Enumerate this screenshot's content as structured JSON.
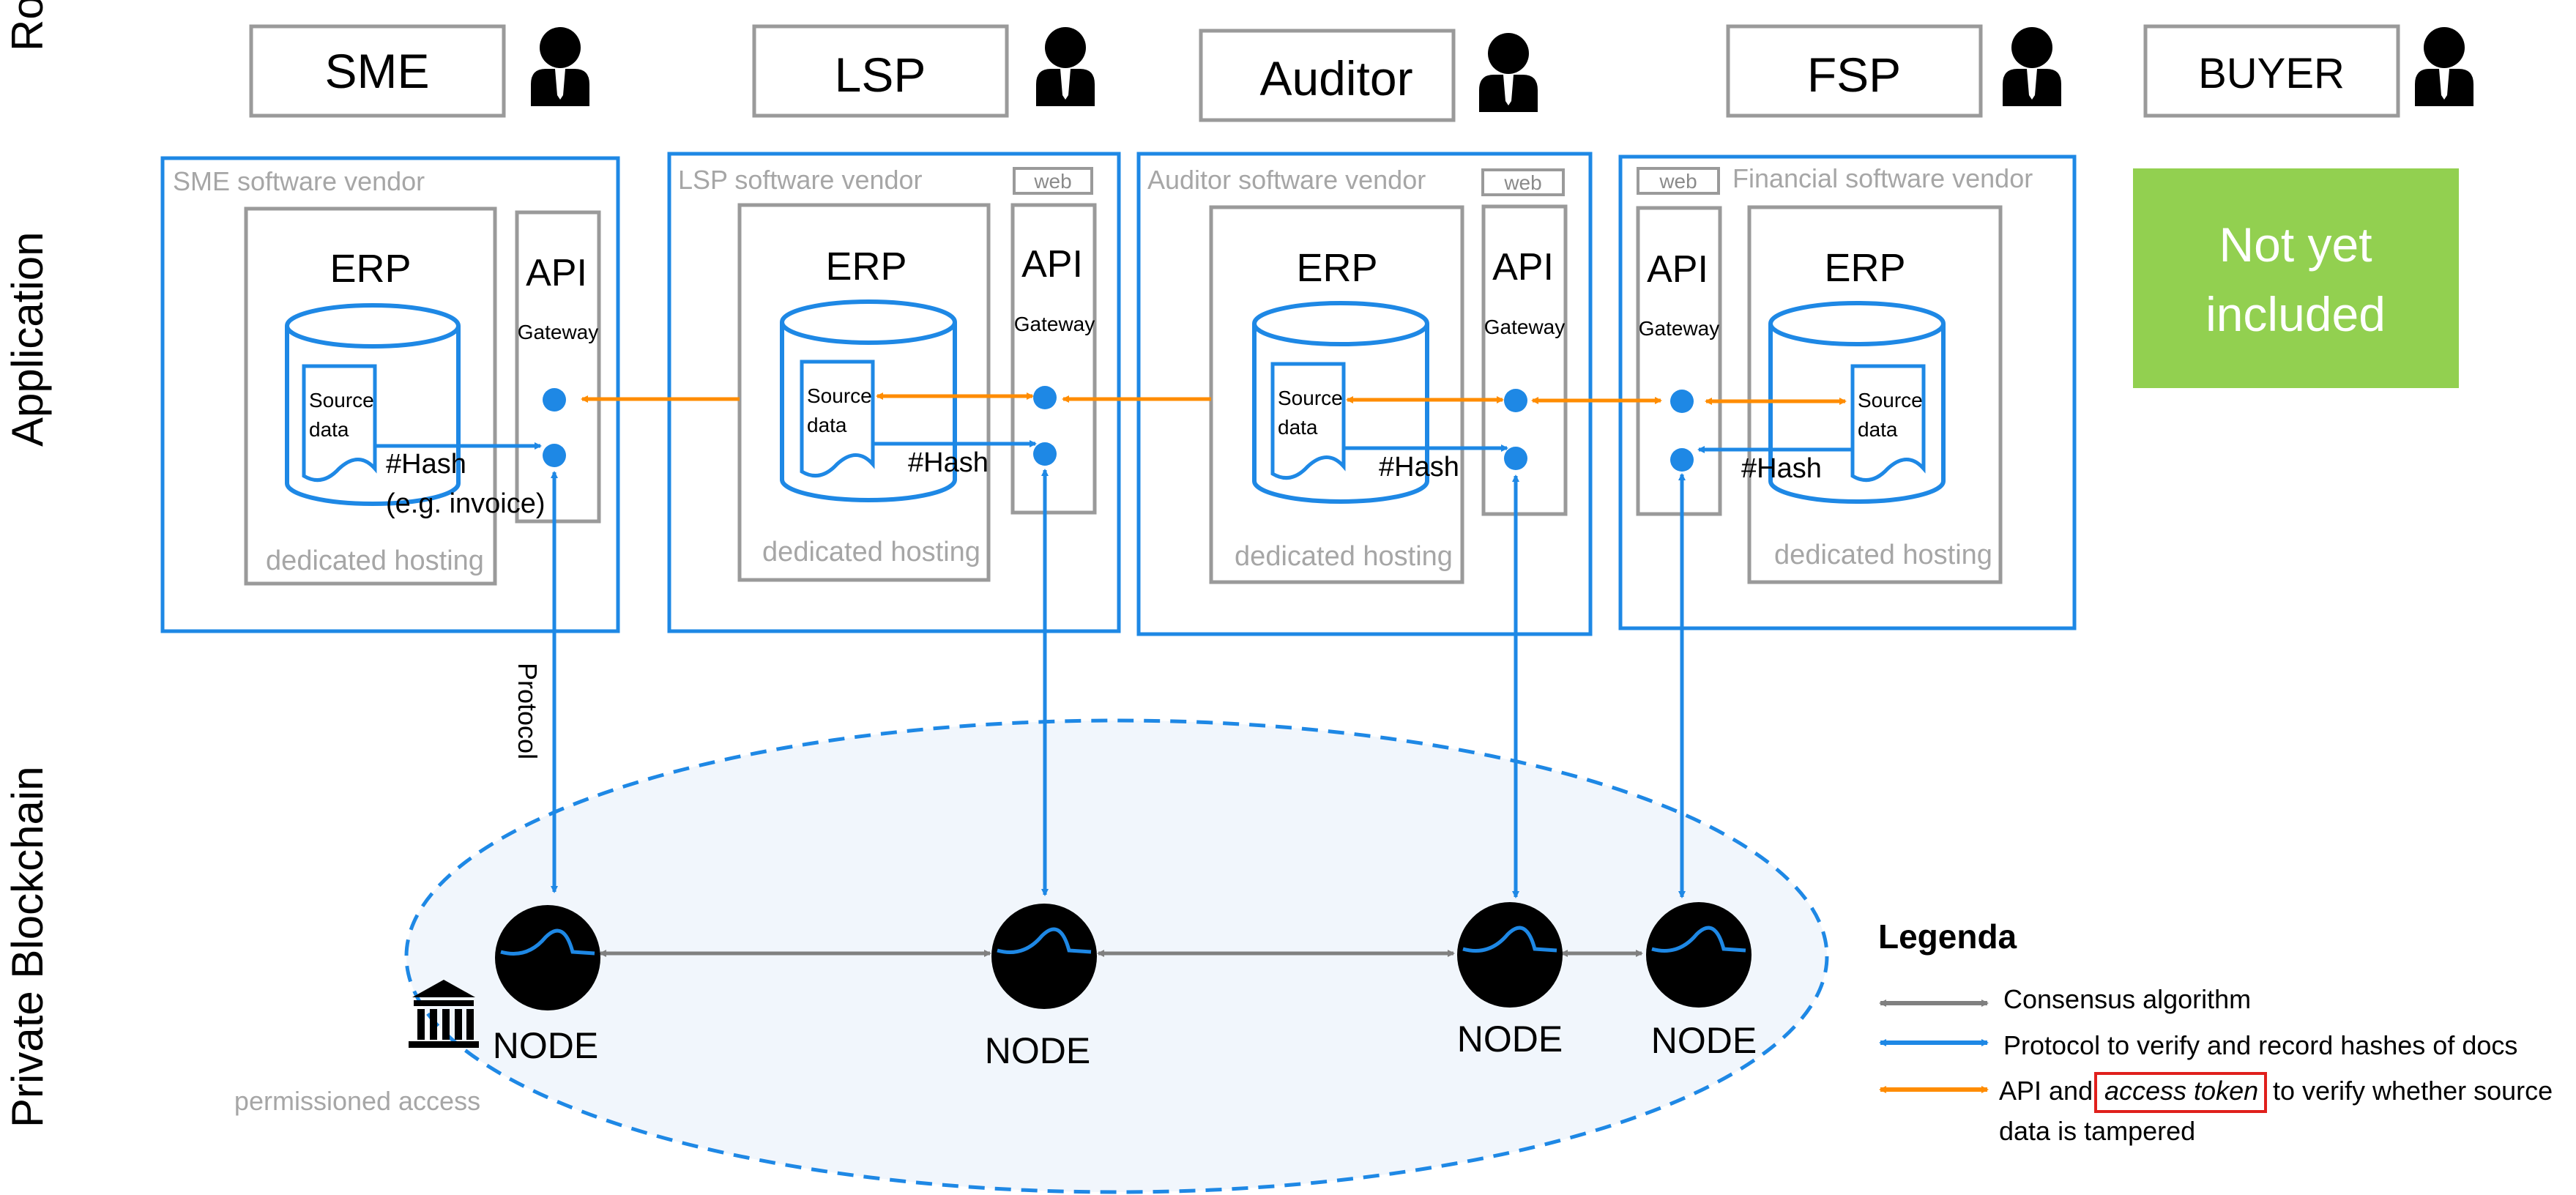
{
  "rows": {
    "role": "Role",
    "application": "Application",
    "blockchain": "Private Blockchain"
  },
  "roles": [
    {
      "label": "SME"
    },
    {
      "label": "LSP"
    },
    {
      "label": "Auditor"
    },
    {
      "label": "FSP"
    },
    {
      "label": "BUYER"
    }
  ],
  "vendors": {
    "sme": "SME software vendor",
    "lsp": "LSP software vendor",
    "auditor": "Auditor software vendor",
    "fsp": "Financial software vendor"
  },
  "common": {
    "web": "web",
    "erp": "ERP",
    "api": "API",
    "gateway": "Gateway",
    "source_line1": "Source",
    "source_line2": "data",
    "hash": "#Hash",
    "dedicated_hosting": "dedicated hosting",
    "node": "NODE"
  },
  "sme_hash_note": "(e.g. invoice)",
  "not_yet": {
    "line1": "Not yet",
    "line2": "included"
  },
  "protocol_label": "Protocol",
  "permissioned_access": "permissioned access",
  "legend": {
    "title": "Legenda",
    "consensus": "Consensus algorithm",
    "protocol": "Protocol to verify and record hashes of docs",
    "api_prefix": "API and ",
    "access_token": "access token",
    "api_suffix": " to verify whether source",
    "api_line2": "data is tampered"
  },
  "colors": {
    "blue": "#1E88E5",
    "orange": "#FF8C00",
    "gray": "#808080",
    "green": "#92D050",
    "red": "#E0201C",
    "ellipse_fill": "#F1F6FC"
  }
}
